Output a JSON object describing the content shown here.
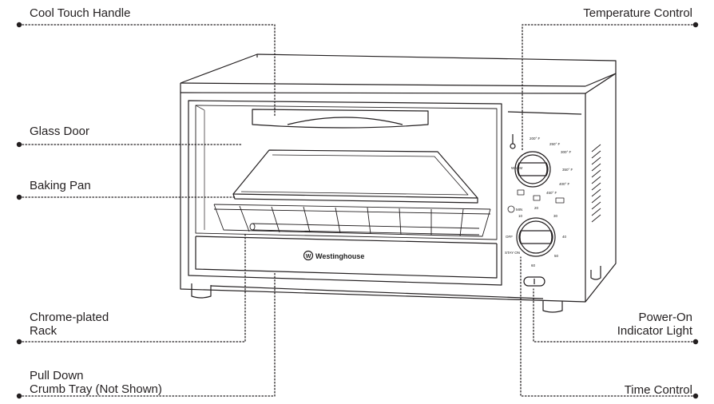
{
  "labels": {
    "cool_touch_handle": "Cool Touch Handle",
    "glass_door": "Glass Door",
    "baking_pan": "Baking Pan",
    "chrome_rack_line1": "Chrome-plated",
    "chrome_rack_line2": "Rack",
    "crumb_tray_line1": "Pull Down",
    "crumb_tray_line2": "Crumb Tray (Not Shown)",
    "temperature_control": "Temperature Control",
    "power_light_line1": "Power-On",
    "power_light_line2": "Indicator Light",
    "time_control": "Time Control"
  },
  "brand": {
    "name": "Westinghouse",
    "logo_letter": "W"
  },
  "temperature_dial": {
    "marks": [
      "200° F",
      "250° F",
      "300° F",
      "350° F",
      "400° F",
      "450° F"
    ],
    "side_mark": "WARM"
  },
  "timer_dial": {
    "marks": [
      "10",
      "20",
      "30",
      "40",
      "50",
      "60"
    ],
    "off_label": "OFF",
    "stay_on_label": "STAY ON",
    "unit_label": "MIN"
  },
  "colors": {
    "line": "#231f20",
    "leader": "#231f20"
  }
}
